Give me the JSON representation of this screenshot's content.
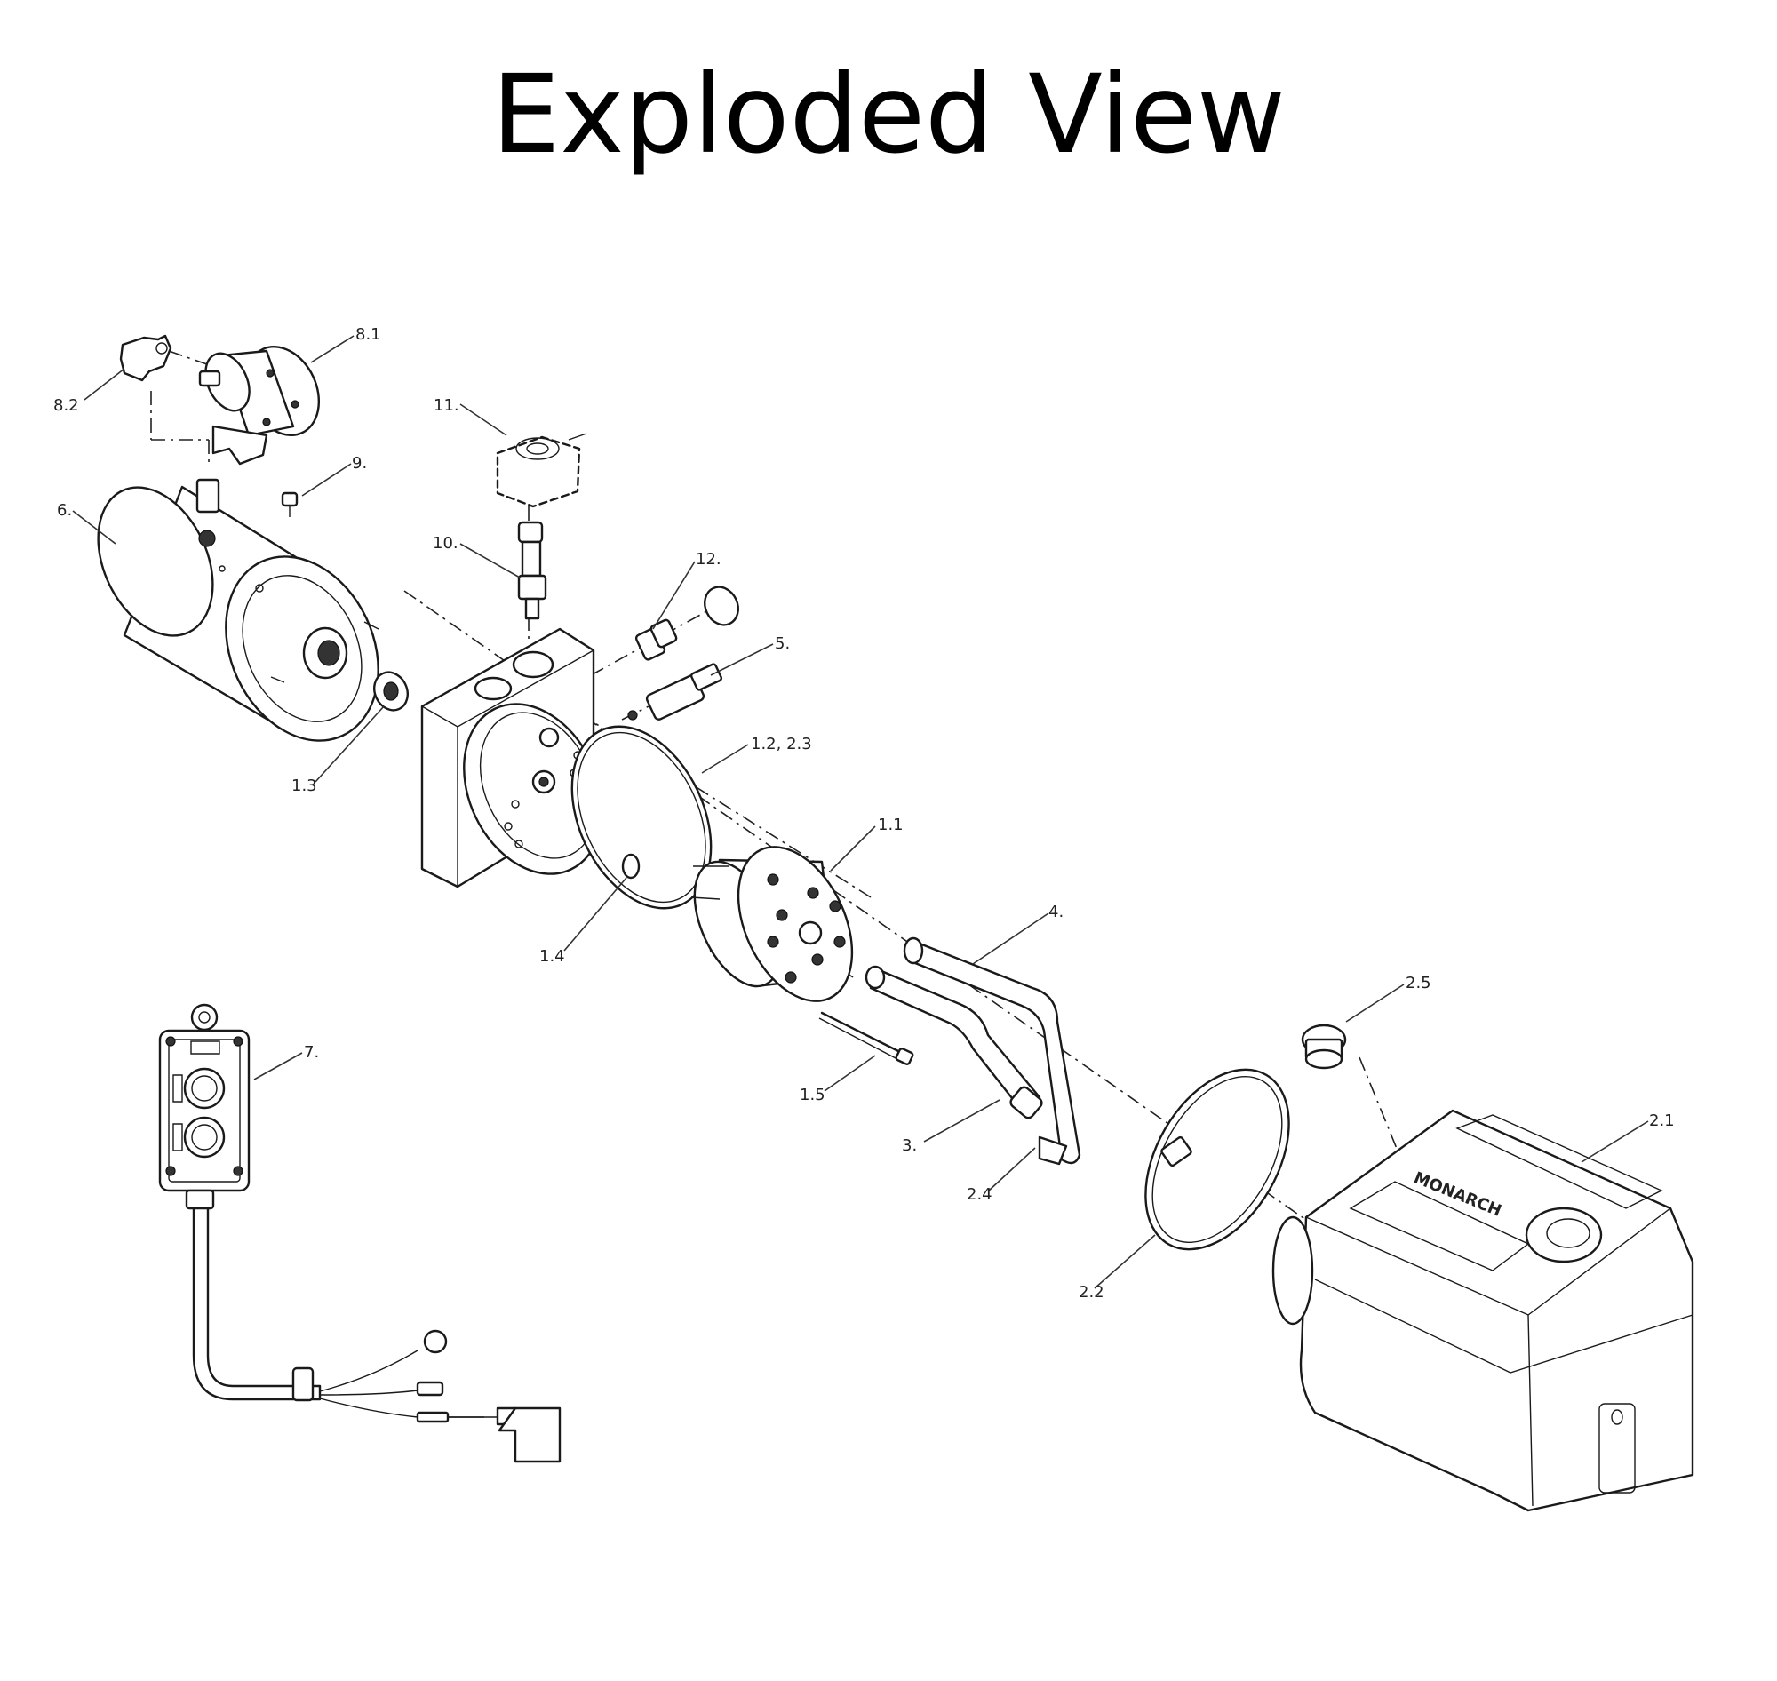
{
  "title": "Exploded View",
  "brand_mark": "MONARCH",
  "callouts": [
    {
      "id": "8.1",
      "label": "8.1"
    },
    {
      "id": "8.2",
      "label": "8.2"
    },
    {
      "id": "11",
      "label": "11."
    },
    {
      "id": "9",
      "label": "9."
    },
    {
      "id": "6",
      "label": "6."
    },
    {
      "id": "10",
      "label": "10."
    },
    {
      "id": "12",
      "label": "12."
    },
    {
      "id": "5",
      "label": "5."
    },
    {
      "id": "1.2-2.3",
      "label": "1.2, 2.3"
    },
    {
      "id": "1.3",
      "label": "1.3"
    },
    {
      "id": "1.1",
      "label": "1.1"
    },
    {
      "id": "1.4",
      "label": "1.4"
    },
    {
      "id": "4",
      "label": "4."
    },
    {
      "id": "2.5",
      "label": "2.5"
    },
    {
      "id": "7",
      "label": "7."
    },
    {
      "id": "1.5",
      "label": "1.5"
    },
    {
      "id": "2.1",
      "label": "2.1"
    },
    {
      "id": "3",
      "label": "3."
    },
    {
      "id": "2.4",
      "label": "2.4"
    },
    {
      "id": "2.2",
      "label": "2.2"
    }
  ]
}
